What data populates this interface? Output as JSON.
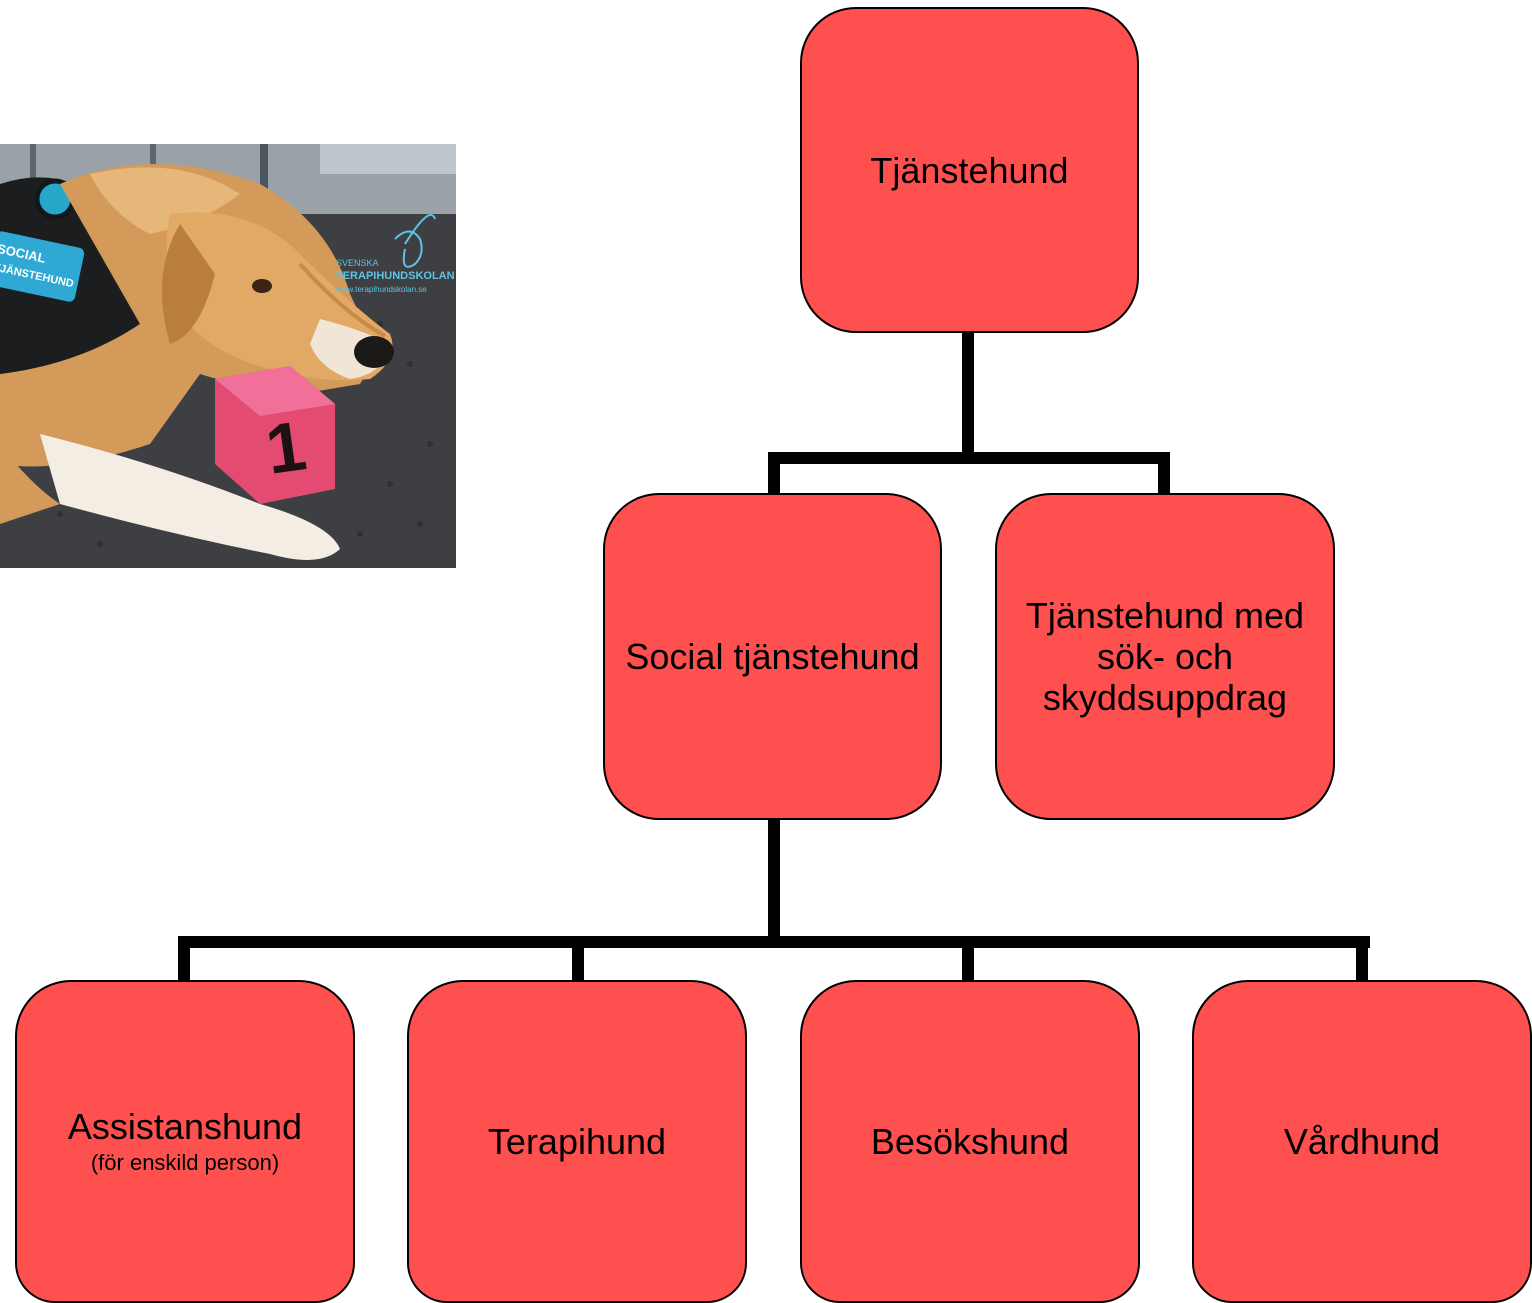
{
  "diagram": {
    "root": {
      "label": "Tjänstehund"
    },
    "level2": [
      {
        "label": "Social tjänstehund"
      },
      {
        "label_lines": [
          "Tjänstehund med",
          "sök- och",
          "skyddsuppdrag"
        ]
      }
    ],
    "level3": [
      {
        "label": "Assistanshund",
        "sub": "(för enskild person)"
      },
      {
        "label": "Terapihund"
      },
      {
        "label": "Besökshund"
      },
      {
        "label": "Vårdhund"
      }
    ]
  },
  "photo": {
    "vest_patch_lines": [
      "SOCIAL",
      "TJÄNSTEHUND"
    ],
    "watermark_lines": [
      "SVENSKA",
      "TERAPIHUNDSKOLAN",
      "www.terapihundskolan.se"
    ],
    "cube_number": "1"
  },
  "colors": {
    "node_fill": "#FF5050",
    "node_border": "#000000",
    "connector": "#000000"
  }
}
